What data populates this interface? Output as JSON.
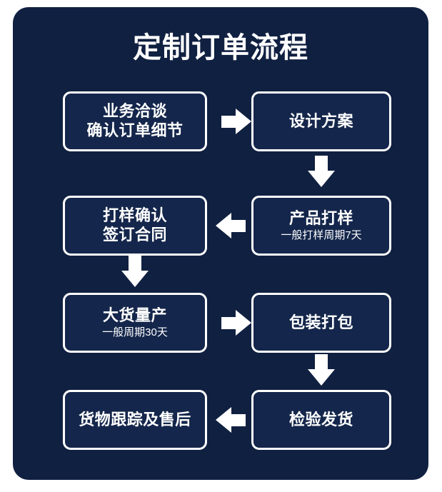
{
  "title": "定制订单流程",
  "theme": {
    "panel_background": "#102041",
    "node_background": "#14264b",
    "node_border": "#ffffff",
    "text": "#ffffff",
    "page_background": "#ffffff"
  },
  "nodes": [
    {
      "id": "business-negotiation",
      "title": "业务洽谈\n确认订单细节",
      "sub": "",
      "row": 1,
      "side": "left"
    },
    {
      "id": "design-plan",
      "title": "设计方案",
      "sub": "",
      "row": 1,
      "side": "right"
    },
    {
      "id": "sample-confirm",
      "title": "打样确认\n签订合同",
      "sub": "",
      "row": 2,
      "side": "left"
    },
    {
      "id": "product-sampling",
      "title": "产品打样",
      "sub": "一般打样周期7天",
      "row": 2,
      "side": "right"
    },
    {
      "id": "bulk-production",
      "title": "大货量产",
      "sub": "一般周期30天",
      "row": 3,
      "side": "left"
    },
    {
      "id": "packing",
      "title": "包装打包",
      "sub": "",
      "row": 3,
      "side": "right"
    },
    {
      "id": "goods-tracking-aftersales",
      "title": "货物跟踪及售后",
      "sub": "",
      "row": 4,
      "side": "left"
    },
    {
      "id": "inspection-shipment",
      "title": "检验发货",
      "sub": "",
      "row": 4,
      "side": "right"
    }
  ],
  "arrows": [
    {
      "id": "arrow-1",
      "direction": "right",
      "from": "business-negotiation",
      "to": "design-plan"
    },
    {
      "id": "arrow-2",
      "direction": "down",
      "from": "design-plan",
      "to": "product-sampling"
    },
    {
      "id": "arrow-3",
      "direction": "left",
      "from": "product-sampling",
      "to": "sample-confirm"
    },
    {
      "id": "arrow-4",
      "direction": "down",
      "from": "sample-confirm",
      "to": "bulk-production"
    },
    {
      "id": "arrow-5",
      "direction": "right",
      "from": "bulk-production",
      "to": "packing"
    },
    {
      "id": "arrow-6",
      "direction": "down",
      "from": "packing",
      "to": "inspection-shipment"
    },
    {
      "id": "arrow-7",
      "direction": "left",
      "from": "inspection-shipment",
      "to": "goods-tracking-aftersales"
    }
  ]
}
